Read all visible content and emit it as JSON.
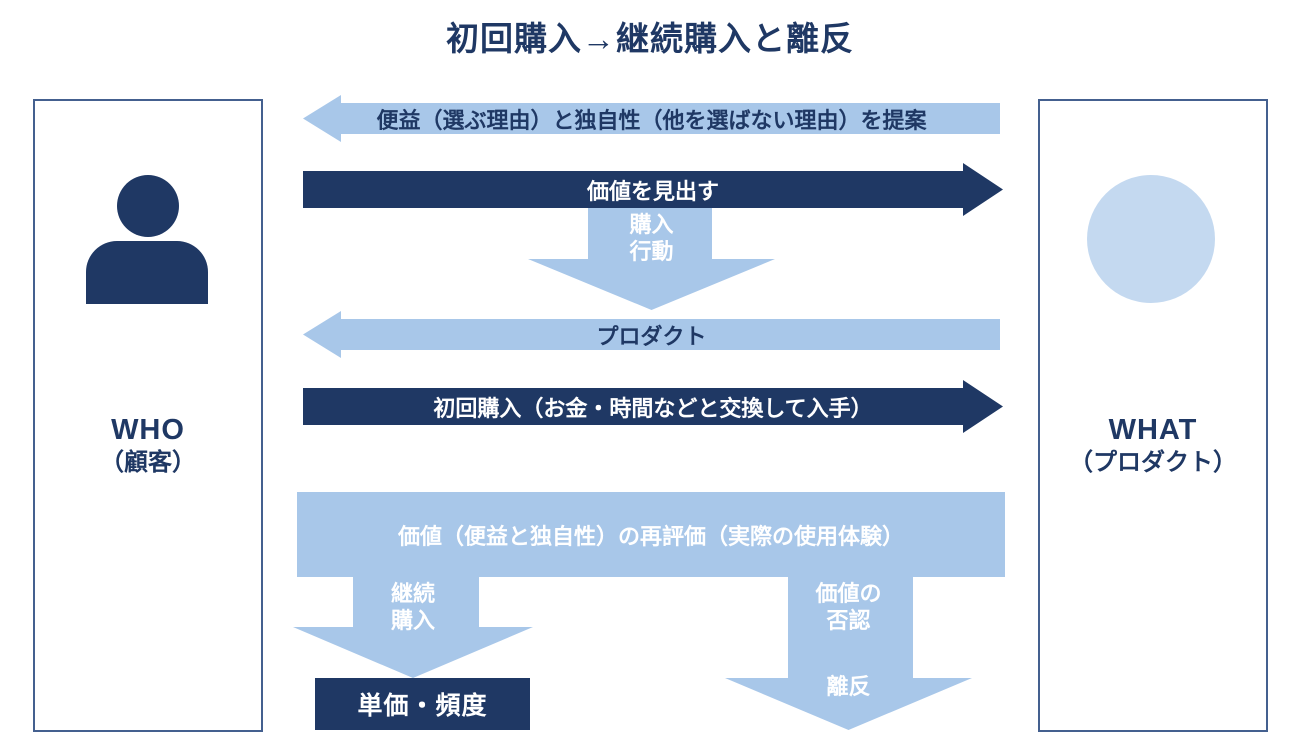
{
  "title": "初回購入→継続購入と離反",
  "who": {
    "title": "WHO",
    "subtitle": "（顧客）",
    "icon": "person-icon"
  },
  "what": {
    "title": "WHAT",
    "subtitle": "（プロダクト）",
    "icon": "circle-icon"
  },
  "flows": {
    "proposal": "便益（選ぶ理由）と独自性（他を選ばない理由）を提案",
    "find_value": "価値を見出す",
    "purchase_action": {
      "line1": "購入",
      "line2": "行動"
    },
    "product": "プロダクト",
    "first_purchase": "初回購入（お金・時間などと交換して入手）",
    "reevaluation": "価値（便益と独自性）の再評価（実際の使用体験）",
    "continue_purchase": {
      "line1": "継続",
      "line2": "購入"
    },
    "value_denial": {
      "line1": "価値の",
      "line2": "否認"
    },
    "churn": "離反",
    "outcome": "単価・頻度"
  },
  "colors": {
    "navy": "#1f3864",
    "light_blue": "#a8c7e9",
    "lighter_blue": "#c4d9f0",
    "box_border": "#44608f",
    "bg": "#ffffff"
  }
}
